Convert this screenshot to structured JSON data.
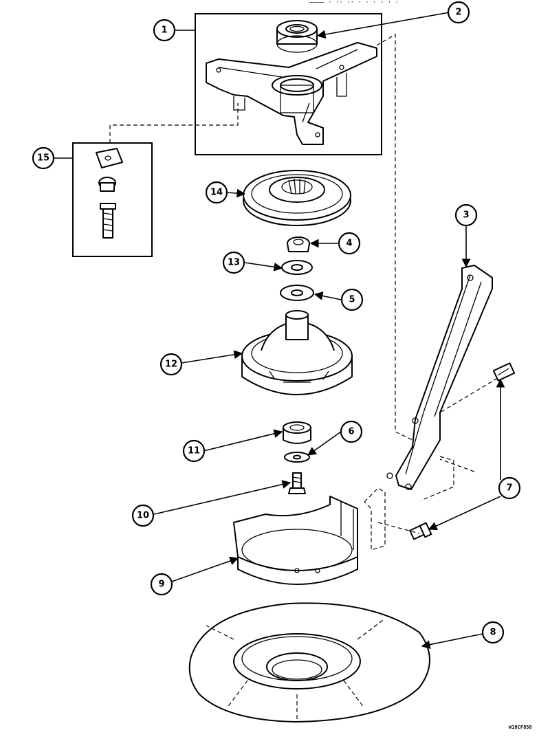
{
  "callouts": [
    {
      "label": "1"
    },
    {
      "label": "2"
    },
    {
      "label": "3"
    },
    {
      "label": "4"
    },
    {
      "label": "5"
    },
    {
      "label": "6"
    },
    {
      "label": "7"
    },
    {
      "label": "8"
    },
    {
      "label": "9"
    },
    {
      "label": "10"
    },
    {
      "label": "11"
    },
    {
      "label": "12"
    },
    {
      "label": "13"
    },
    {
      "label": "14"
    },
    {
      "label": "15"
    }
  ],
  "drawing_code": "W18CF858",
  "header_fragment": "———— · ·· ·· · · · · · ·"
}
